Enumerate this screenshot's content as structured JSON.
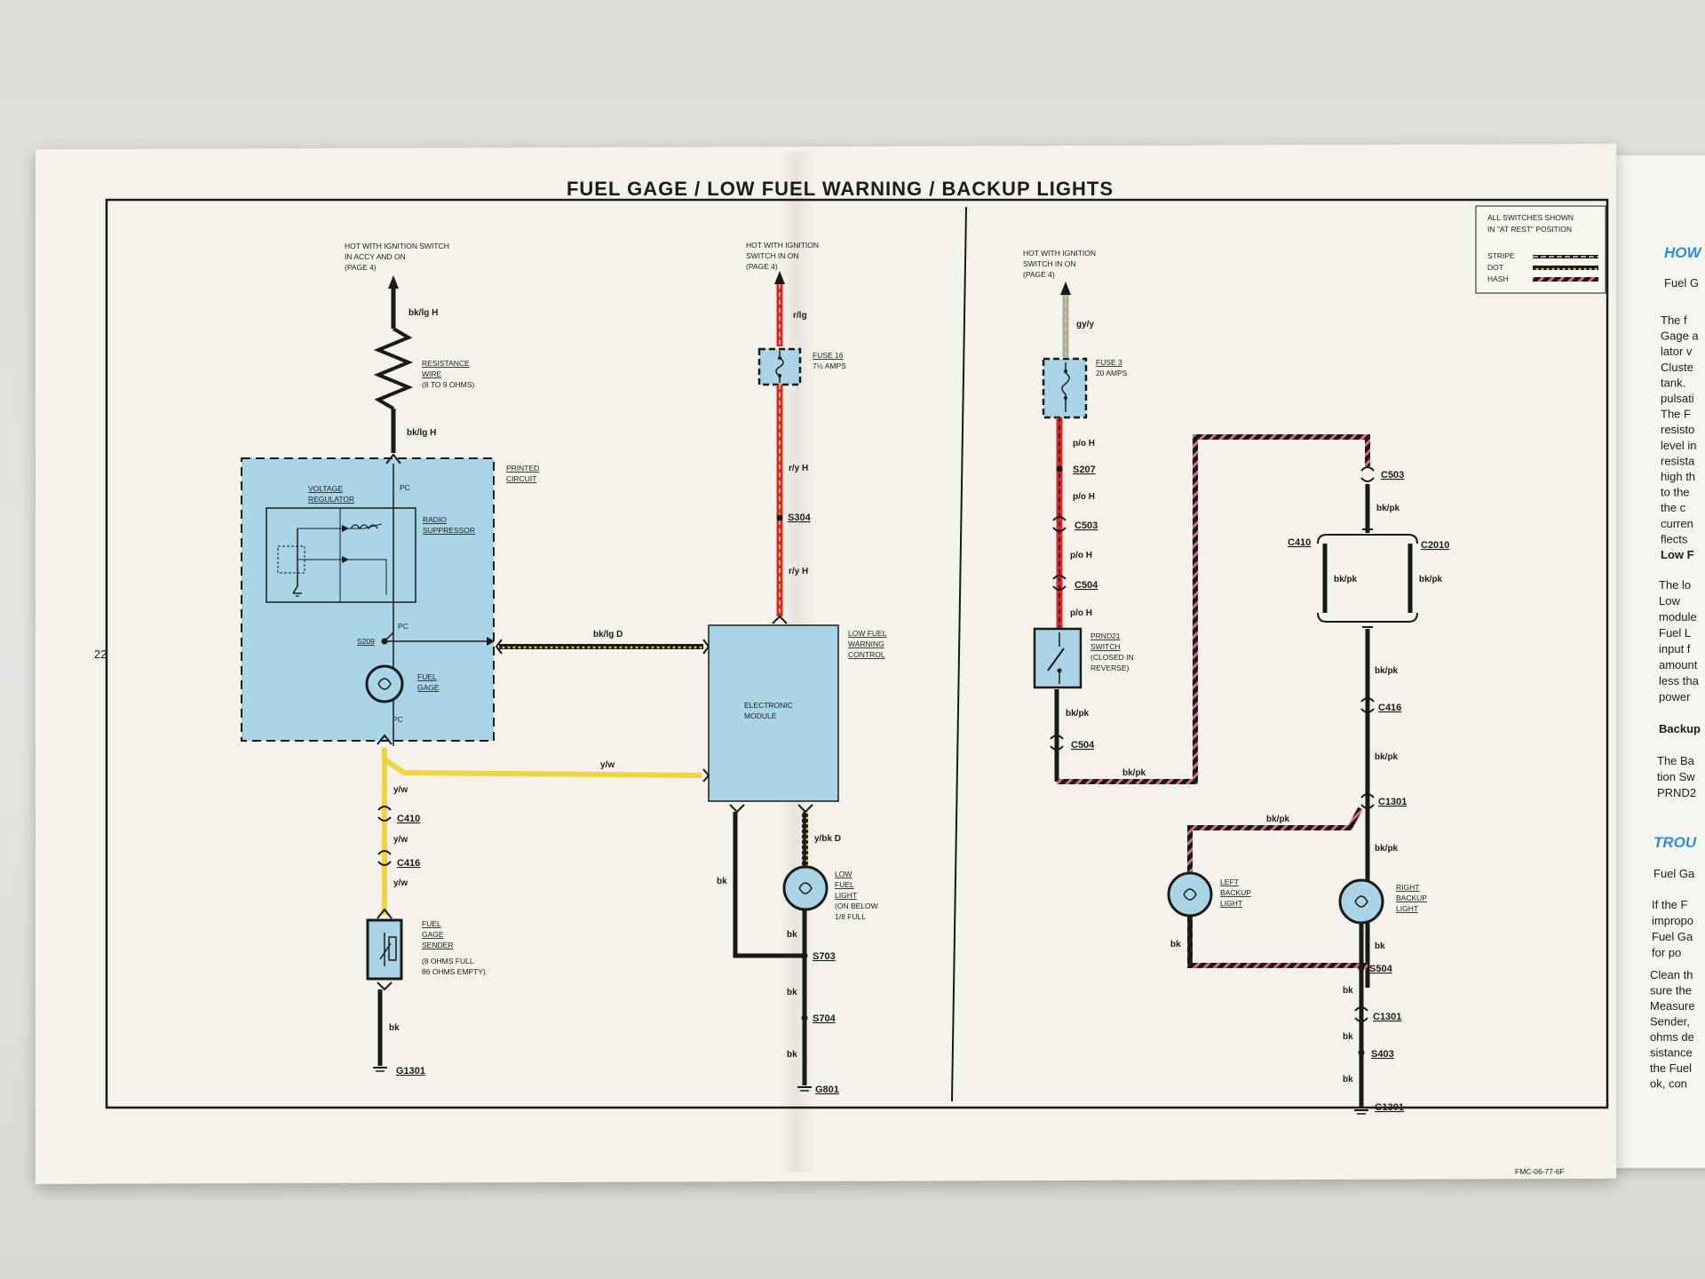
{
  "title": "FUEL GAGE / LOW FUEL WARNING / BACKUP LIGHTS",
  "page_number": "22",
  "footer_code": "FMC-06-77-6F",
  "legend": {
    "note_line1": "ALL SWITCHES SHOWN",
    "note_line2": "IN \"AT REST\" POSITION",
    "items": [
      "STRIPE",
      "DOT",
      "HASH"
    ]
  },
  "colors": {
    "black": "#1a1a1a",
    "red": "#d42a2a",
    "yellow": "#ecd640",
    "gray": "#a9a9a9",
    "component_blue": "#a8d4e6"
  },
  "left": {
    "supply1": [
      "HOT WITH IGNITION SWITCH",
      "IN ACCY AND ON",
      "(PAGE 4)"
    ],
    "wire_bk_lg_h_top": "bk/lg H",
    "resistance_wire": "RESISTANCE",
    "resistance_wire2": "WIRE",
    "resistance_ohms": "(8 TO 9 OHMS)",
    "wire_bk_lg_h_bottom": "bk/lg H",
    "printed_circuit1": "PRINTED",
    "printed_circuit2": "CIRCUIT",
    "pc_top": "PC",
    "voltage_regulator1": "VOLTAGE",
    "voltage_regulator2": "REGULATOR",
    "radio_suppressor1": "RADIO",
    "radio_suppressor2": "SUPPRESSOR",
    "pc_mid": "PC",
    "s209": "S209",
    "fuel_gage1": "FUEL",
    "fuel_gage2": "GAGE",
    "pc_bottom": "PC",
    "wire_bk_lg_d": "bk/lg D",
    "wire_y_w_h": "y/w",
    "wire_y_w_1": "y/w",
    "c410": "C410",
    "wire_y_w_2": "y/w",
    "c416": "C416",
    "wire_y_w_3": "y/w",
    "sender1": "FUEL",
    "sender2": "GAGE",
    "sender3": "SENDER",
    "sender_full": "(8 OHMS FULL",
    "sender_empty": "86 OHMS EMPTY)",
    "wire_bk": "bk",
    "g1301": "G1301"
  },
  "middle": {
    "supply2": [
      "HOT WITH IGNITION",
      "SWITCH IN ON",
      "(PAGE 4)"
    ],
    "wire_r_lg": "r/lg",
    "fuse16": "FUSE 16",
    "fuse16_amps": "7½ AMPS",
    "wire_r_y_h1": "r/y H",
    "s304": "S304",
    "wire_r_y_h2": "r/y H",
    "lfw1": "LOW FUEL",
    "lfw2": "WARNING",
    "lfw3": "CONTROL",
    "module1": "ELECTRONIC",
    "module2": "MODULE",
    "wire_y_bk_d": "y/bk D",
    "lamp1": "LOW",
    "lamp2": "FUEL",
    "lamp3": "LIGHT",
    "lamp4": "(ON BELOW",
    "lamp5": "1/8 FULL",
    "wire_bk_a": "bk",
    "wire_bk_b": "bk",
    "s703": "S703",
    "wire_bk_c": "bk",
    "s704": "S704",
    "wire_bk_d": "bk",
    "g801": "G801"
  },
  "right": {
    "supply3": [
      "HOT WITH IGNITION",
      "SWITCH IN ON",
      "(PAGE 4)"
    ],
    "wire_gy_y": "gy/y",
    "fuse3": "FUSE 3",
    "fuse3_amps": "20 AMPS",
    "wire_p_o_h1": "p/o H",
    "s207": "S207",
    "wire_p_o_h2": "p/o H",
    "c503a": "C503",
    "wire_p_o_h3": "p/o H",
    "c504a": "C504",
    "wire_p_o_h4": "p/o H",
    "prnd1": "PRND21",
    "prnd2": "SWITCH",
    "prnd3": "(CLOSED IN",
    "prnd4": "REVERSE)",
    "wire_bk_pk1": "bk/pk",
    "c504b": "C504",
    "wire_bk_pk_h": "bk/pk",
    "c503b": "C503",
    "wire_bk_pk2": "bk/pk",
    "c410r": "C410",
    "c2010": "C2010",
    "wire_bk_pk3": "bk/pk",
    "wire_bk_pk4": "bk/pk",
    "wire_bk_pk5": "bk/pk",
    "c416r": "C416",
    "wire_bk_pk6": "bk/pk",
    "c1301a": "C1301",
    "wire_bk_pk7": "bk/pk",
    "wire_bk_pk8": "bk/pk",
    "left_backup1": "LEFT",
    "left_backup2": "BACKUP",
    "left_backup3": "LIGHT",
    "right_backup1": "RIGHT",
    "right_backup2": "BACKUP",
    "right_backup3": "LIGHT",
    "wire_bk_r1": "bk",
    "wire_bk_r2": "bk",
    "s504": "S504",
    "wire_bk_r3": "bk",
    "c1301b": "C1301",
    "wire_bk_r4": "bk",
    "s403": "S403",
    "wire_bk_r5": "bk",
    "g1301r": "G1301"
  },
  "side_page": {
    "heading1": "HOW",
    "line_a": "Fuel G",
    "para1": [
      "The f",
      "Gage a",
      "lator v",
      "Cluste",
      "tank.",
      "pulsati",
      "The F",
      "resisto",
      "level in",
      "resista",
      "high th",
      "to the",
      "the c",
      "curren",
      "flects"
    ],
    "heading_low": "Low F",
    "para2": [
      "The lo",
      "Low",
      "module",
      "Fuel L",
      "input f",
      "amount",
      "less tha",
      "power"
    ],
    "heading_backup": "Backup",
    "para3": [
      "The Ba",
      "tion Sw",
      "PRND2"
    ],
    "heading2": "TROU",
    "heading_fuel": "Fuel Ga",
    "para4": [
      "If the F",
      "impropo",
      "Fuel Ga",
      "for po"
    ],
    "para5": [
      "Clean th",
      "sure the",
      "Measure",
      "Sender,",
      "ohms de",
      "sistance",
      "the Fuel",
      "ok, con"
    ]
  }
}
